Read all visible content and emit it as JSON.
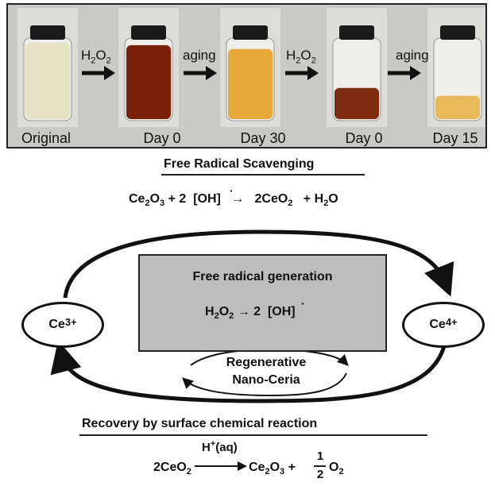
{
  "photo": {
    "vials": [
      {
        "label": "Original",
        "color": "#e7e3c6"
      },
      {
        "label": "Day 0",
        "color": "#7a1f08"
      },
      {
        "label": "Day 30",
        "color": "#e8a93a"
      },
      {
        "label": "Day 0",
        "color": "#7e2c0d"
      },
      {
        "label": "Day 15",
        "color": "#e7b95a"
      }
    ],
    "steps": [
      "H2O2",
      "aging",
      "H2O2",
      "aging"
    ]
  },
  "scavenging": {
    "heading": "Free Radical Scavenging",
    "reactant": "Ce",
    "reactant_sub_a": "2",
    "reactant_o": "O",
    "reactant_sub_b": "3",
    "plus": "+ 2",
    "radical": "[OH]",
    "arrow": "→",
    "product_a": "2CeO",
    "product_a_sub": "2",
    "plus2": "+ H",
    "water_sub": "2",
    "water_o": "O"
  },
  "cycle": {
    "box_title": "Free radical generation",
    "box_eq_left": "H",
    "box_eq_sub1": "2",
    "box_eq_o": "O",
    "box_eq_sub2": "2",
    "box_eq_arrow": "→ 2",
    "box_eq_radical": "[OH]",
    "ce3_base": "Ce",
    "ce3_charge": "3+",
    "ce4_base": "Ce",
    "ce4_charge": "4+",
    "regen_line1": "Regenerative",
    "regen_line2": "Nano-Ceria"
  },
  "recovery": {
    "heading": "Recovery by surface chemical reaction",
    "catalyst": "H",
    "catalyst_sup": "+",
    "catalyst_phase": "(aq)",
    "reactant": "2CeO",
    "reactant_sub": "2",
    "product_a": "Ce",
    "product_a_sub1": "2",
    "product_a_o": "O",
    "product_a_sub2": "3",
    "plus": "+",
    "frac_num": "1",
    "frac_den": "2",
    "product_b": "O",
    "product_b_sub": "2"
  }
}
